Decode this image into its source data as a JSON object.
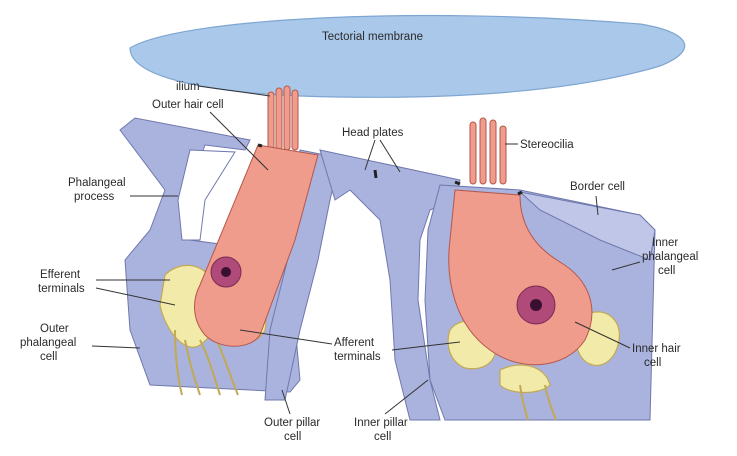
{
  "colors": {
    "membrane": "#a9c8ea",
    "membrane_edge": "#7fa6d2",
    "support_cell": "#aab3dd",
    "support_edge": "#6f78ad",
    "hair_cell": "#ef9c8c",
    "hair_cell_edge": "#b5564a",
    "nucleus": "#b04a78",
    "nerve": "#f2eaa8",
    "nerve_edge": "#c2a956"
  },
  "labels": {
    "tectorial_membrane": "Tectorial membrane",
    "cilium": "ilium",
    "outer_hair_cell": "Outer hair cell",
    "head_plates": "Head plates",
    "stereocilia": "Stereocilia",
    "phalangeal_process": [
      "Phalangeal",
      "process"
    ],
    "border_cell": "Border cell",
    "efferent_terminals": [
      "Efferent",
      "terminals"
    ],
    "inner_phalangeal_cell": [
      "Inner",
      "phalangeal",
      "cell"
    ],
    "outer_phalangeal_cell": [
      "Outer",
      "phalangeal",
      "cell"
    ],
    "afferent_terminals": [
      "Afferent",
      "terminals"
    ],
    "inner_hair_cell": [
      "Inner hair",
      "cell"
    ],
    "outer_pillar_cell": [
      "Outer pillar",
      "cell"
    ],
    "inner_pillar_cell": [
      "Inner pillar",
      "cell"
    ]
  }
}
